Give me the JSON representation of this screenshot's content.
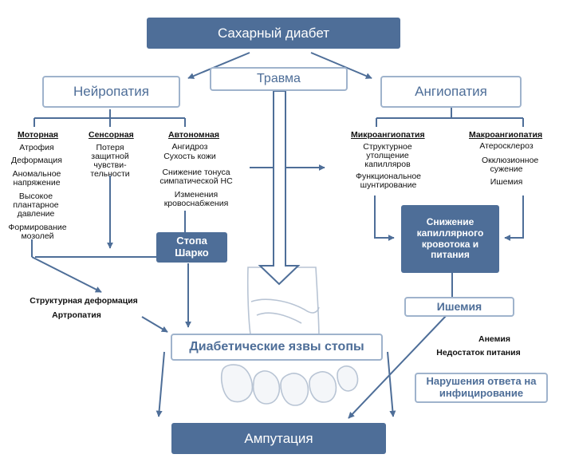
{
  "diagram": {
    "diabetes": "Сахарный диабет",
    "neuropathy": "Нейропатия",
    "trauma": "Травма",
    "angiopathy": "Ангиопатия",
    "motor": {
      "heading": "Моторная",
      "items": [
        "Атрофия",
        "Деформация",
        "Аномальное напряжение",
        "Высокое плантарное давление",
        "Формирование мозолей"
      ]
    },
    "sensory": {
      "heading": "Сенсорная",
      "items": [
        "Потеря защитной чувстви-тельности"
      ]
    },
    "autonomic": {
      "heading": "Автономная",
      "items": [
        "Ангидроз",
        "Сухость кожи",
        "Снижение тонуса симпатической НС",
        "Изменения кровоснабжения"
      ]
    },
    "micro": {
      "heading": "Микроангиопатия",
      "items": [
        "Структурное утолщение капилляров",
        "Функциональное шунтирование"
      ]
    },
    "macro": {
      "heading": "Макроангиопатия",
      "items": [
        "Атеросклероз",
        "Окклюзионное сужение",
        "Ишемия"
      ]
    },
    "charcot": "Стопа Шарко",
    "capillary": "Снижение капиллярного кровотока и питания",
    "ischemia": "Ишемия",
    "deformation_line1": "Структурная деформация",
    "deformation_line2": "Артропатия",
    "ulcers": "Диабетические язвы стопы",
    "anemia_line1": "Анемия",
    "anemia_line2": "Недостаток питания",
    "infection": "Нарушения ответа на инфицирование",
    "amputation": "Ампутация"
  }
}
